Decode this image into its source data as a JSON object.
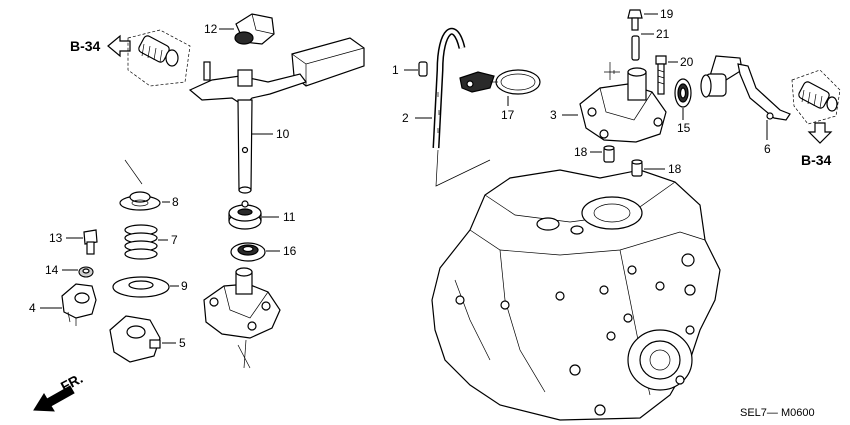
{
  "callouts": {
    "p1": "1",
    "p2": "2",
    "p3": "3",
    "p4": "4",
    "p5": "5",
    "p6": "6",
    "p7": "7",
    "p8": "8",
    "p9": "9",
    "p10": "10",
    "p11": "11",
    "p12": "12",
    "p13": "13",
    "p14": "14",
    "p15": "15",
    "p16": "16",
    "p17": "17",
    "p18a": "18",
    "p18b": "18",
    "p19": "19",
    "p20": "20",
    "p21": "21"
  },
  "references": {
    "left": "B-34",
    "right": "B-34"
  },
  "direction_label": "FR.",
  "diagram_code": "SEL7— M0600",
  "icons": {
    "ref_arrow_left": "hollow-arrow-left",
    "ref_arrow_down": "hollow-arrow-down",
    "front_arrow": "bold-arrow-down-left"
  }
}
